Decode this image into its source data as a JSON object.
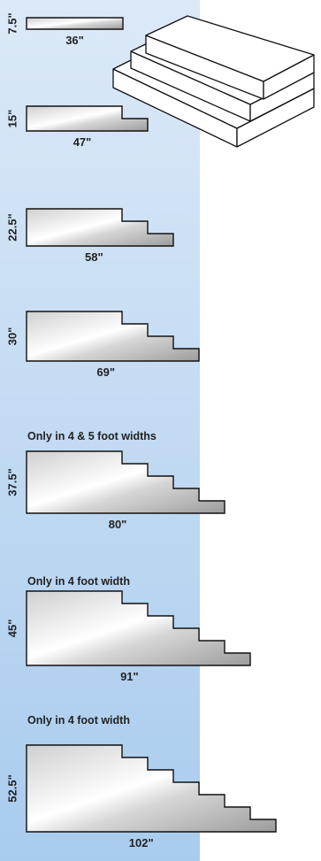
{
  "colors": {
    "background_top": "#dce9f7",
    "background_bottom": "#a9ccee",
    "outline": "#111111",
    "step_fill_light": "#ffffff",
    "step_fill_dark": "#a9a9a9"
  },
  "icons": {
    "illustration": "stair-step-isometric-icon"
  },
  "steps": [
    {
      "height": "7.5\"",
      "width": "36\"",
      "note": "",
      "num_steps": 1
    },
    {
      "height": "15\"",
      "width": "47\"",
      "note": "",
      "num_steps": 2
    },
    {
      "height": "22.5\"",
      "width": "58\"",
      "note": "",
      "num_steps": 3
    },
    {
      "height": "30\"",
      "width": "69\"",
      "note": "",
      "num_steps": 4
    },
    {
      "height": "37.5\"",
      "width": "80\"",
      "note": "Only in 4 & 5 foot widths",
      "num_steps": 5
    },
    {
      "height": "45\"",
      "width": "91\"",
      "note": "Only in 4 foot width",
      "num_steps": 6
    },
    {
      "height": "52.5\"",
      "width": "102\"",
      "note": "Only in 4 foot width",
      "num_steps": 7
    }
  ]
}
